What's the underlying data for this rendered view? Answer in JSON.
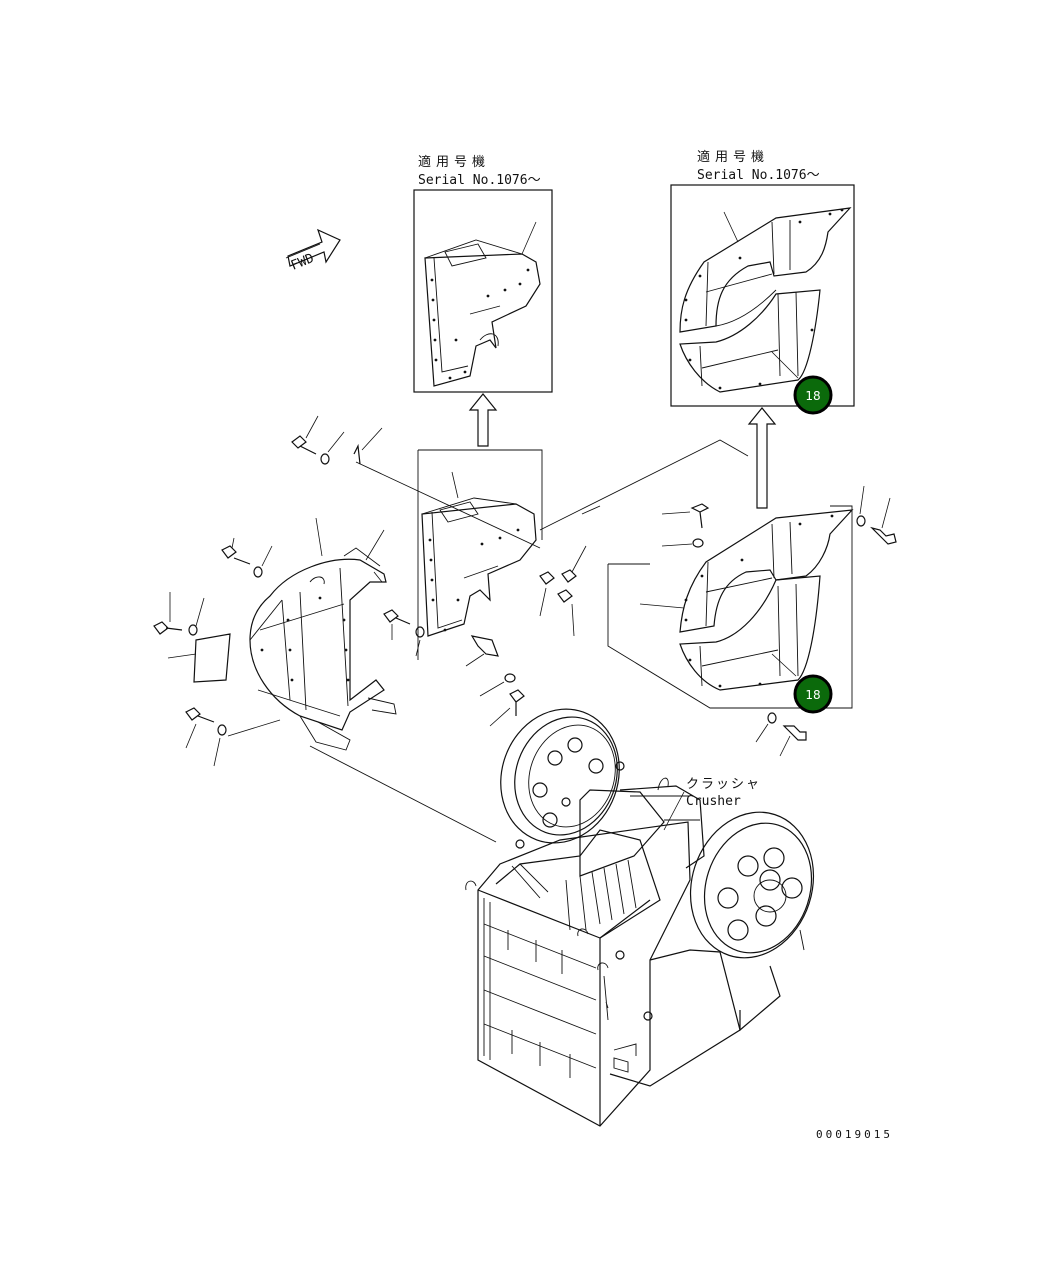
{
  "applicability_labels": [
    {
      "jp": "適用号機",
      "serial": "Serial No.1076～"
    },
    {
      "jp": "適用号機",
      "serial": "Serial No.1076～"
    }
  ],
  "fwd_label": "FWD",
  "crusher_label": {
    "jp": "クラッシャ",
    "en": "Crusher"
  },
  "callouts": [
    {
      "number": "18",
      "color": "#0b6a0b"
    },
    {
      "number": "18",
      "color": "#0b6a0b"
    }
  ],
  "drawing_number": "00019015"
}
